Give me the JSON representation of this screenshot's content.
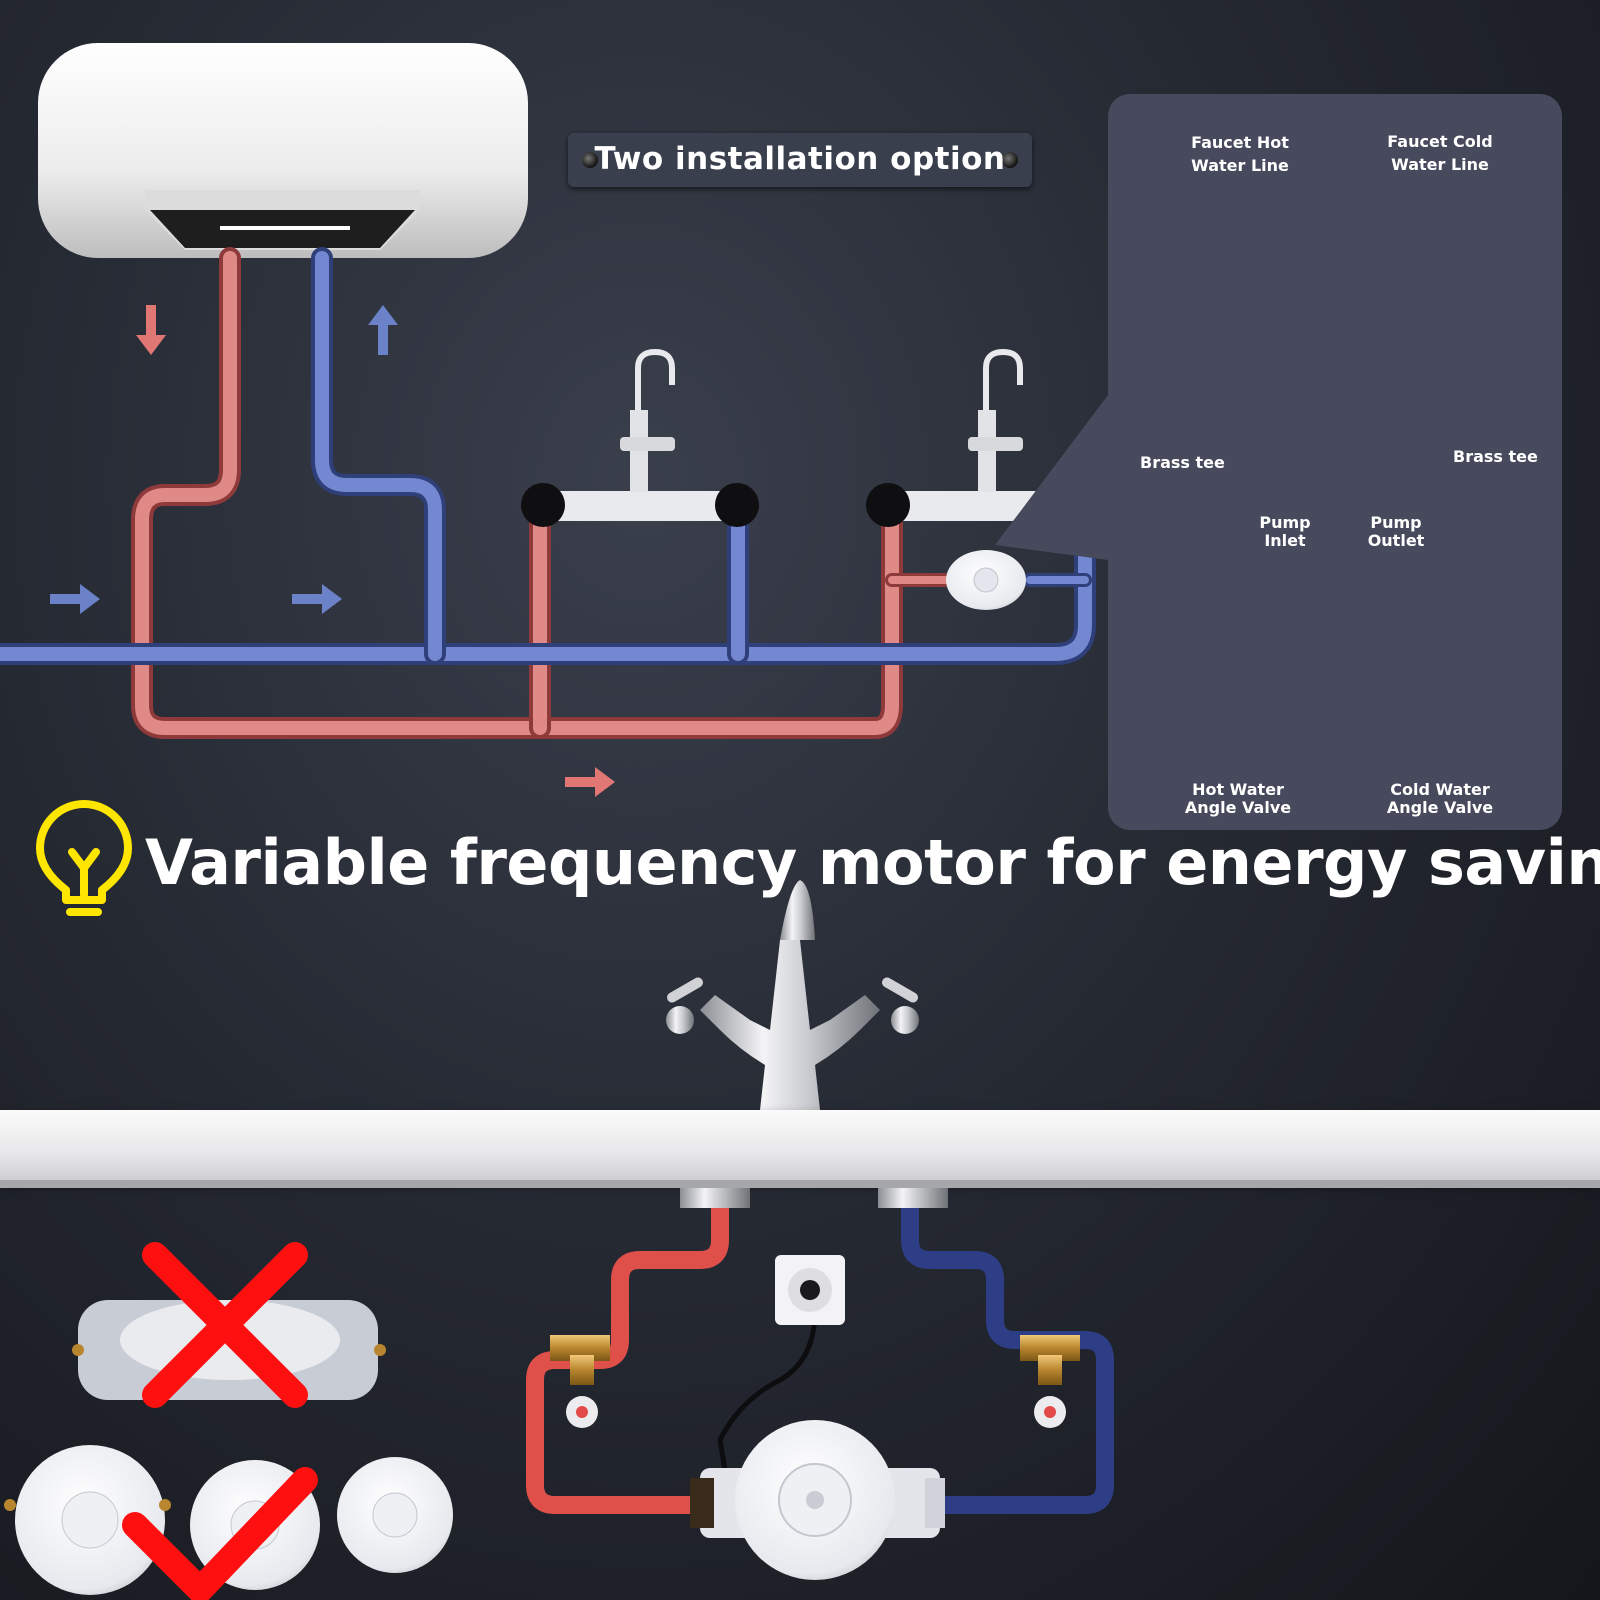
{
  "banner": {
    "title": "Two installation option"
  },
  "detail_panel": {
    "faucet_hot_line": [
      "Faucet Hot",
      "Water Line"
    ],
    "faucet_cold_line": [
      "Faucet Cold",
      "Water Line"
    ],
    "brass_tee_left": "Brass tee",
    "brass_tee_right": "Brass tee",
    "pump_inlet": [
      "Pump",
      "Inlet"
    ],
    "pump_outlet": [
      "Pump",
      "Outlet"
    ],
    "hot_angle_valve": [
      "Hot Water",
      "Angle Valve"
    ],
    "cold_angle_valve": [
      "Cold Water",
      "Angle Valve"
    ]
  },
  "headline": "Variable frequency motor for energy saving.",
  "icons": [
    "lightbulb-icon",
    "cross-mark-icon",
    "check-mark-icon",
    "power-outlet-icon",
    "flow-arrow-icon"
  ],
  "colors": {
    "hot_pipe": "#d9716f",
    "cold_pipe": "#6b82c9",
    "hot_hose": "#e0504a",
    "cold_hose": "#2e3e86",
    "panel_bg": "#464a5c",
    "bulb": "#ffe600",
    "cross": "#ff1010"
  }
}
